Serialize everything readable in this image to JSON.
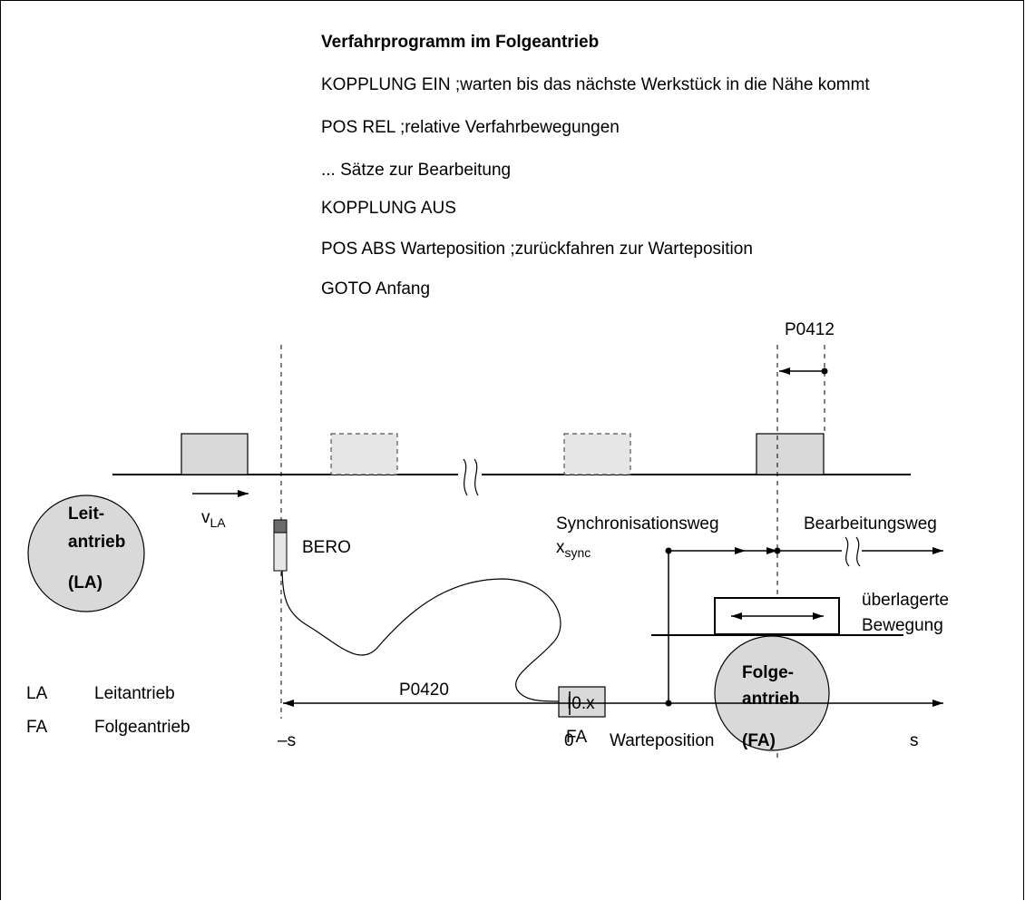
{
  "program": {
    "title": "Verfahrprogramm im Folgeantrieb",
    "lines": [
      "KOPPLUNG EIN ;warten bis das nächste Werkstück in die Nähe kommt",
      "POS REL ;relative Verfahrbewegungen",
      "... Sätze zur Bearbeitung",
      "KOPPLUNG AUS",
      "POS ABS Warteposition ;zurückfahren zur Warteposition",
      "GOTO Anfang"
    ]
  },
  "labels": {
    "p0412": "P0412",
    "v": "v",
    "v_sub": "LA",
    "bero": "BERO",
    "sync_path": "Synchronisationsweg",
    "x": "x",
    "x_sub": "sync",
    "machining_path": "Bearbeitungsweg",
    "superimposed_1": "überlagerte",
    "superimposed_2": "Bewegung",
    "input": "I0.x",
    "input_owner": "FA",
    "p0420": "P0420",
    "minus_s": "–s",
    "zero": "0",
    "waiting_position": "Warteposition",
    "s": "s"
  },
  "leader_drive": {
    "line1": "Leit-",
    "line2": "antrieb",
    "line3": "(LA)"
  },
  "follower_drive": {
    "line1": "Folge-",
    "line2": "antrieb",
    "line3": "(FA)"
  },
  "legend": [
    {
      "abbr": "LA",
      "text": "Leitantrieb"
    },
    {
      "abbr": "FA",
      "text": "Folgeantrieb"
    }
  ],
  "colors": {
    "box_fill": "#d9d9d9",
    "dashed_box_fill": "#e6e6e6",
    "sensor_head": "#6b6b6b",
    "line": "#000000"
  }
}
